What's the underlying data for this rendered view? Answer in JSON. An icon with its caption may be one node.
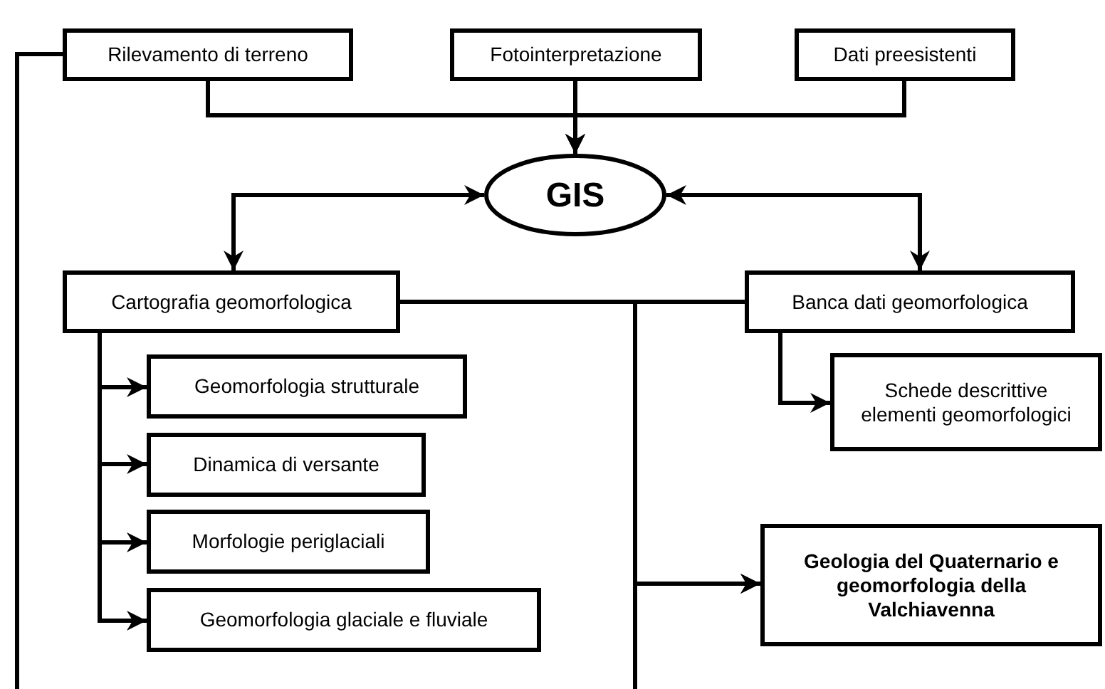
{
  "diagram": {
    "nodes": [
      {
        "text": [
          "Rilevamento di terreno"
        ]
      },
      {
        "text": [
          "Fotointerpretazione"
        ]
      },
      {
        "text": [
          "Dati preesistenti"
        ]
      },
      {
        "text": [
          "GIS"
        ]
      },
      {
        "text": [
          "Cartografia geomorfologica"
        ]
      },
      {
        "text": [
          "Banca dati geomorfologica"
        ]
      },
      {
        "text": [
          "Schede descrittive elementi geomorfologici"
        ]
      },
      {
        "text": [
          "Geomorfologia strutturale"
        ]
      },
      {
        "text": [
          "Dinamica di versante"
        ]
      },
      {
        "text": [
          "Morfologie periglaciali"
        ]
      },
      {
        "text": [
          "Geomorfologia glaciale e fluviale"
        ]
      },
      {
        "text": [
          "Geologia del Quaternario e geomorfologia della Valchiavenna"
        ]
      }
    ],
    "edges": [
      {
        "from": 0,
        "to": 3,
        "arrow": "to"
      },
      {
        "from": 1,
        "to": 3,
        "arrow": "to"
      },
      {
        "from": 2,
        "to": 3,
        "arrow": "to"
      },
      {
        "from": 3,
        "to": 4,
        "arrow": "both"
      },
      {
        "from": 3,
        "to": 5,
        "arrow": "both"
      },
      {
        "from": 4,
        "to": 7,
        "arrow": "to"
      },
      {
        "from": 4,
        "to": 8,
        "arrow": "to"
      },
      {
        "from": 4,
        "to": 9,
        "arrow": "to"
      },
      {
        "from": 4,
        "to": 10,
        "arrow": "to"
      },
      {
        "from": 5,
        "to": 6,
        "arrow": "to"
      },
      {
        "from": 4,
        "to": 11,
        "arrow": "to"
      },
      {
        "from": 5,
        "to": 11,
        "arrow": "to"
      },
      {
        "from": 0,
        "to": null,
        "arrow": "none"
      },
      {
        "from": 4,
        "to": null,
        "arrow": "none"
      },
      {
        "from": 5,
        "to": null,
        "arrow": "none"
      }
    ]
  }
}
